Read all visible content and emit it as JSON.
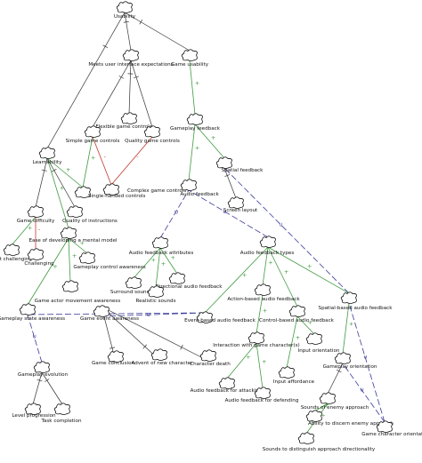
{
  "colors": {
    "contribution_positive": "#3f9a3f",
    "contribution_negative": "#c0392b",
    "decomposition": "#333333",
    "correlation": "#3a3a9a"
  },
  "icon": "cloud-icon",
  "softgoals": [
    {
      "id": "usability",
      "label": "Usability"
    },
    {
      "id": "meets_ui",
      "label": "Meets user interface expectations"
    },
    {
      "id": "game_usability",
      "label": "Game usability"
    },
    {
      "id": "flexible_controls",
      "label": "Flexible game controls"
    },
    {
      "id": "simple_controls",
      "label": "Simple game controls"
    },
    {
      "id": "quality_controls",
      "label": "Quality game controls"
    },
    {
      "id": "gameplay_feedback",
      "label": "Gameplay feedback"
    },
    {
      "id": "learnability",
      "label": "Learnability"
    },
    {
      "id": "spatial_feedback",
      "label": "Spatial feedback"
    },
    {
      "id": "complex_controls",
      "label": "Complex game controls"
    },
    {
      "id": "single_handed",
      "label": "Single-handed controls"
    },
    {
      "id": "audio_feedback",
      "label": "Audio feedback"
    },
    {
      "id": "screen_layout",
      "label": "Screen layout"
    },
    {
      "id": "game_difficulty",
      "label": "Game difficulty"
    },
    {
      "id": "quality_instructions",
      "label": "Quality of instructions"
    },
    {
      "id": "ease_mental_model",
      "label": "Ease of developing a mental model"
    },
    {
      "id": "not_challenging",
      "label": "Not challenging"
    },
    {
      "id": "challenging",
      "label": "Challenging"
    },
    {
      "id": "control_awareness",
      "label": "Gameplay control awareness"
    },
    {
      "id": "audio_attributes",
      "label": "Audio feedback attributes"
    },
    {
      "id": "audio_types",
      "label": "Audio feedback types"
    },
    {
      "id": "surround_sound",
      "label": "Surround sound"
    },
    {
      "id": "directional_audio",
      "label": "Directional audio feedback"
    },
    {
      "id": "realistic_sounds",
      "label": "Realistic sounds"
    },
    {
      "id": "actor_movement",
      "label": "Game actor movement awareness"
    },
    {
      "id": "action_based",
      "label": "Action-based audio feedback"
    },
    {
      "id": "spatial_audio",
      "label": "Spatial-based audio feedback"
    },
    {
      "id": "state_awareness",
      "label": "Gameplay state awareness"
    },
    {
      "id": "event_awareness",
      "label": "Game event awareness"
    },
    {
      "id": "event_based",
      "label": "Event-based audio feedback"
    },
    {
      "id": "control_based",
      "label": "Control-based audio feedback"
    },
    {
      "id": "input_orientation",
      "label": "Input orientation"
    },
    {
      "id": "interaction_character",
      "label": "Interaction with game character(s)"
    },
    {
      "id": "game_conclusion",
      "label": "Game conclusion"
    },
    {
      "id": "advent_character",
      "label": "Advent of new character"
    },
    {
      "id": "character_death",
      "label": "Character death"
    },
    {
      "id": "input_affordance",
      "label": "Input affordance"
    },
    {
      "id": "gameplay_orientation",
      "label": "Gameplay orientation"
    },
    {
      "id": "gameplay_evolution",
      "label": "Gameplay evolution"
    },
    {
      "id": "audio_attacking",
      "label": "Audio feedback for attacking"
    },
    {
      "id": "audio_defending",
      "label": "Audio feedback for defending"
    },
    {
      "id": "enemy_approach",
      "label": "Sounds of enemy approach"
    },
    {
      "id": "level_progression",
      "label": "Level progression"
    },
    {
      "id": "task_completion",
      "label": "Task completion"
    },
    {
      "id": "discern_approach",
      "label": "Ability to discern enemy approach"
    },
    {
      "id": "character_orientation",
      "label": "Game character orientation"
    },
    {
      "id": "distinguish_direction",
      "label": "Sounds to distinguish approach directionality"
    }
  ],
  "links": [
    {
      "from": "meets_ui",
      "to": "usability",
      "kind": "and"
    },
    {
      "from": "game_usability",
      "to": "usability",
      "kind": "and"
    },
    {
      "from": "learnability",
      "to": "usability",
      "kind": "and"
    },
    {
      "from": "flexible_controls",
      "to": "meets_ui",
      "kind": "and"
    },
    {
      "from": "simple_controls",
      "to": "meets_ui",
      "kind": "and"
    },
    {
      "from": "quality_controls",
      "to": "meets_ui",
      "kind": "and"
    },
    {
      "from": "gameplay_feedback",
      "to": "game_usability",
      "kind": "positive",
      "sign": "+"
    },
    {
      "from": "single_handed",
      "to": "simple_controls",
      "kind": "positive",
      "sign": "+"
    },
    {
      "from": "complex_controls",
      "to": "simple_controls",
      "kind": "negative",
      "sign": "-"
    },
    {
      "from": "complex_controls",
      "to": "quality_controls",
      "kind": "negative",
      "sign": "-"
    },
    {
      "from": "single_handed",
      "to": "learnability",
      "kind": "positive",
      "sign": "+"
    },
    {
      "from": "game_difficulty",
      "to": "learnability",
      "kind": "and"
    },
    {
      "from": "quality_instructions",
      "to": "learnability",
      "kind": "and"
    },
    {
      "from": "ease_mental_model",
      "to": "learnability",
      "kind": "positive",
      "sign": "+"
    },
    {
      "from": "audio_feedback",
      "to": "gameplay_feedback",
      "kind": "positive",
      "sign": "+"
    },
    {
      "from": "spatial_feedback",
      "to": "gameplay_feedback",
      "kind": "positive",
      "sign": "+"
    },
    {
      "from": "screen_layout",
      "to": "spatial_feedback",
      "kind": "and"
    },
    {
      "from": "not_challenging",
      "to": "game_difficulty",
      "kind": "positive",
      "sign": "+"
    },
    {
      "from": "challenging",
      "to": "game_difficulty",
      "kind": "negative",
      "sign": "-"
    },
    {
      "from": "control_awareness",
      "to": "ease_mental_model",
      "kind": "positive",
      "sign": "+"
    },
    {
      "from": "actor_movement",
      "to": "ease_mental_model",
      "kind": "positive",
      "sign": "+"
    },
    {
      "from": "state_awareness",
      "to": "ease_mental_model",
      "kind": "positive",
      "sign": "+"
    },
    {
      "from": "audio_attributes",
      "to": "audio_feedback",
      "kind": "correlation"
    },
    {
      "from": "audio_types",
      "to": "audio_feedback",
      "kind": "correlation"
    },
    {
      "from": "spatial_audio",
      "to": "spatial_feedback",
      "kind": "correlation"
    },
    {
      "from": "surround_sound",
      "to": "audio_attributes",
      "kind": "positive",
      "sign": "+"
    },
    {
      "from": "directional_audio",
      "to": "audio_attributes",
      "kind": "positive",
      "sign": "+"
    },
    {
      "from": "realistic_sounds",
      "to": "audio_attributes",
      "kind": "positive",
      "sign": "+"
    },
    {
      "from": "event_based",
      "to": "audio_types",
      "kind": "positive",
      "sign": "+"
    },
    {
      "from": "action_based",
      "to": "audio_types",
      "kind": "positive",
      "sign": "+"
    },
    {
      "from": "control_based",
      "to": "audio_types",
      "kind": "positive",
      "sign": "+"
    },
    {
      "from": "spatial_audio",
      "to": "audio_types",
      "kind": "positive",
      "sign": "+"
    },
    {
      "from": "event_based",
      "to": "event_awareness",
      "kind": "correlation"
    },
    {
      "from": "event_based",
      "to": "state_awareness",
      "kind": "correlation"
    },
    {
      "from": "interaction_character",
      "to": "action_based",
      "kind": "positive",
      "sign": "+"
    },
    {
      "from": "input_orientation",
      "to": "control_based",
      "kind": "positive",
      "sign": "+"
    },
    {
      "from": "input_affordance",
      "to": "control_based",
      "kind": "positive",
      "sign": "+"
    },
    {
      "from": "event_awareness",
      "to": "game_conclusion",
      "kind": "and"
    },
    {
      "from": "event_awareness",
      "to": "advent_character",
      "kind": "and"
    },
    {
      "from": "event_awareness",
      "to": "character_death",
      "kind": "and"
    },
    {
      "from": "audio_attacking",
      "to": "interaction_character",
      "kind": "positive",
      "sign": "+"
    },
    {
      "from": "audio_defending",
      "to": "interaction_character",
      "kind": "positive",
      "sign": "+"
    },
    {
      "from": "gameplay_orientation",
      "to": "spatial_audio",
      "kind": "positive",
      "sign": "+"
    },
    {
      "from": "enemy_approach",
      "to": "gameplay_orientation",
      "kind": "and"
    },
    {
      "from": "gameplay_evolution",
      "to": "state_awareness",
      "kind": "correlation"
    },
    {
      "from": "level_progression",
      "to": "gameplay_evolution",
      "kind": "and"
    },
    {
      "from": "task_completion",
      "to": "gameplay_evolution",
      "kind": "and"
    },
    {
      "from": "discern_approach",
      "to": "enemy_approach",
      "kind": "positive",
      "sign": "+"
    },
    {
      "from": "distinguish_direction",
      "to": "enemy_approach",
      "kind": "positive",
      "sign": "+"
    },
    {
      "from": "character_orientation",
      "to": "gameplay_orientation",
      "kind": "correlation"
    },
    {
      "from": "character_orientation",
      "to": "spatial_audio",
      "kind": "correlation"
    }
  ]
}
